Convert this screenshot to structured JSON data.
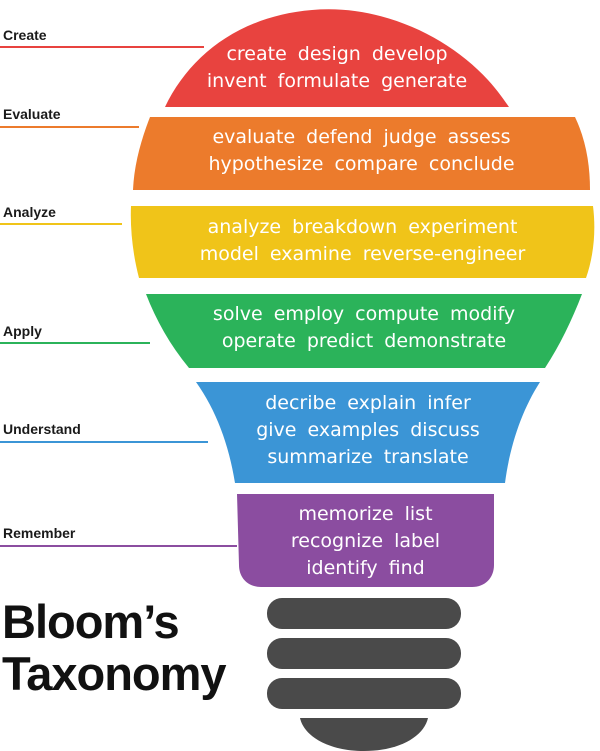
{
  "title": {
    "line1": "Bloom’s",
    "line2": "Taxonomy"
  },
  "colors": {
    "create": "#e8433f",
    "evaluate": "#ec7b2c",
    "analyze": "#f0c419",
    "apply": "#2bb35a",
    "understand": "#3b95d6",
    "remember": "#8b4da0",
    "base": "#4a4a4a"
  },
  "levels": [
    {
      "key": "create",
      "label": "Create",
      "lines": [
        "create   design   develop",
        "invent   formulate   generate"
      ]
    },
    {
      "key": "evaluate",
      "label": "Evaluate",
      "lines": [
        "evaluate   defend   judge   assess",
        "hypothesize   compare   conclude"
      ]
    },
    {
      "key": "analyze",
      "label": "Analyze",
      "lines": [
        "analyze   breakdown   experiment",
        "model   examine   reverse-engineer"
      ]
    },
    {
      "key": "apply",
      "label": "Apply",
      "lines": [
        "solve   employ   compute   modify",
        "operate   predict   demonstrate"
      ]
    },
    {
      "key": "understand",
      "label": "Understand",
      "lines": [
        "decribe   explain   infer",
        "give examples   discuss",
        "summarize translate"
      ]
    },
    {
      "key": "remember",
      "label": "Remember",
      "lines": [
        "memorize   list",
        "recognize   label",
        "identify   find"
      ]
    }
  ]
}
